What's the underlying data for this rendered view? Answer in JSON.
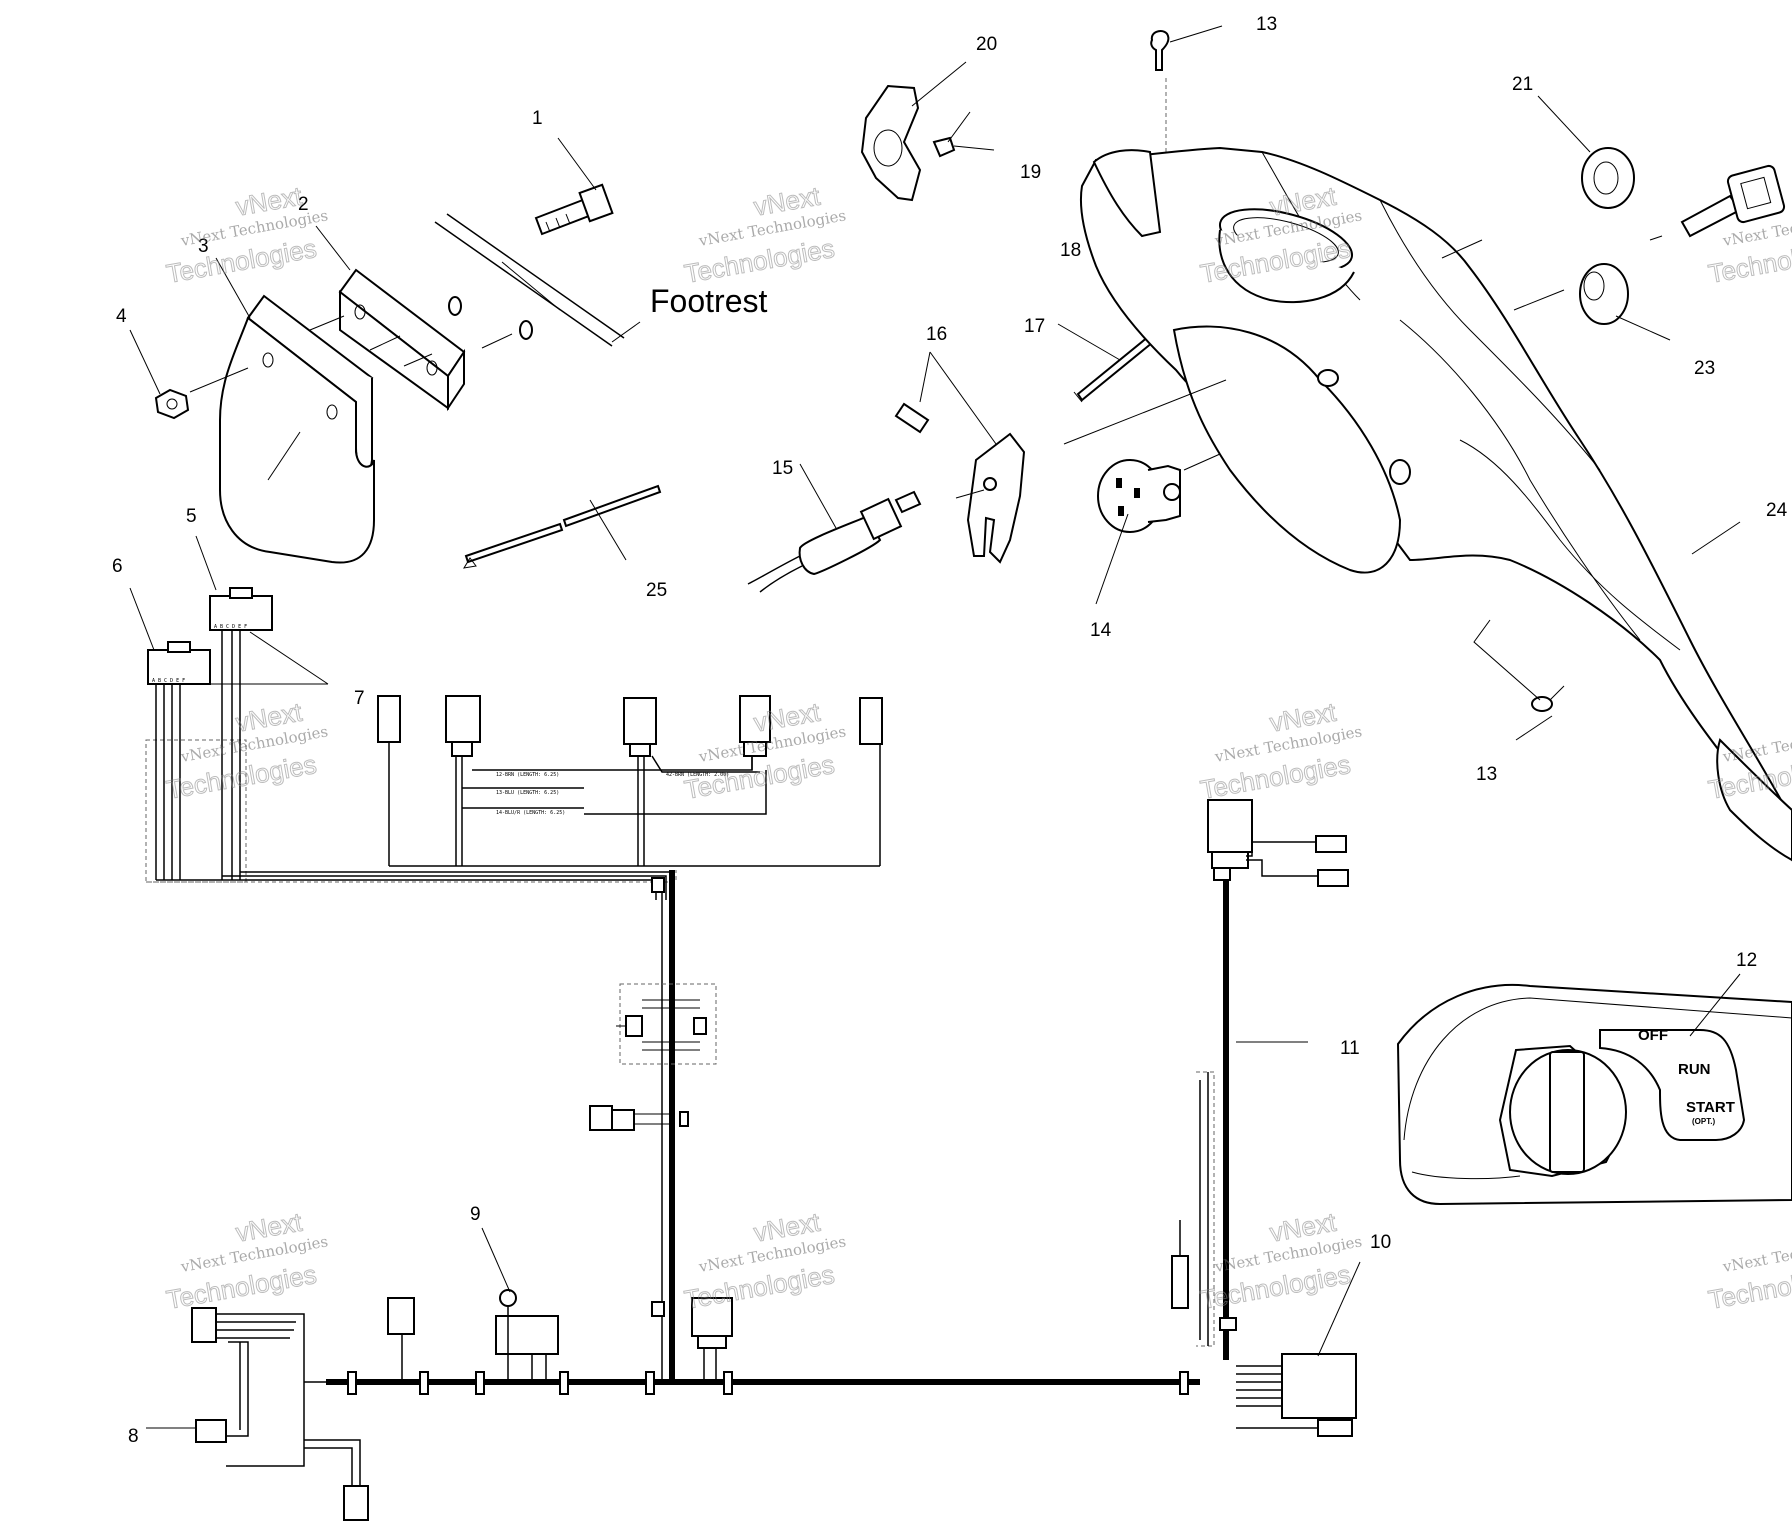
{
  "callouts": {
    "n1": "1",
    "n2": "2",
    "n3": "3",
    "n4": "4",
    "n5": "5",
    "n6": "6",
    "n7": "7",
    "n8": "8",
    "n9": "9",
    "n10": "10",
    "n11": "11",
    "n12": "12",
    "n13a": "13",
    "n13b": "13",
    "n14": "14",
    "n15": "15",
    "n16": "16",
    "n17": "17",
    "n18": "18",
    "n19": "19",
    "n20": "20",
    "n21": "21",
    "n23": "23",
    "n24": "24",
    "n25": "25"
  },
  "labels": {
    "footrest": "Footrest"
  },
  "switch_panel": {
    "off": "OFF",
    "run": "RUN",
    "start": "START",
    "opt": "(OPT.)"
  },
  "connector_letters": {
    "c5": "A B C D E F",
    "c6": "A B C D E F"
  },
  "wire_labels": {
    "w1": "12-BRN (LENGTH: 6.25)",
    "w2": "13-BLU (LENGTH: 6.25)",
    "w3": "14-BLU/R (LENGTH: 6.25)",
    "w4": "42-BRN (LENGTH: 2.00)"
  },
  "watermark": {
    "line1": "vNext Technologies",
    "line2": "Technologies",
    "line3": "vNext"
  }
}
